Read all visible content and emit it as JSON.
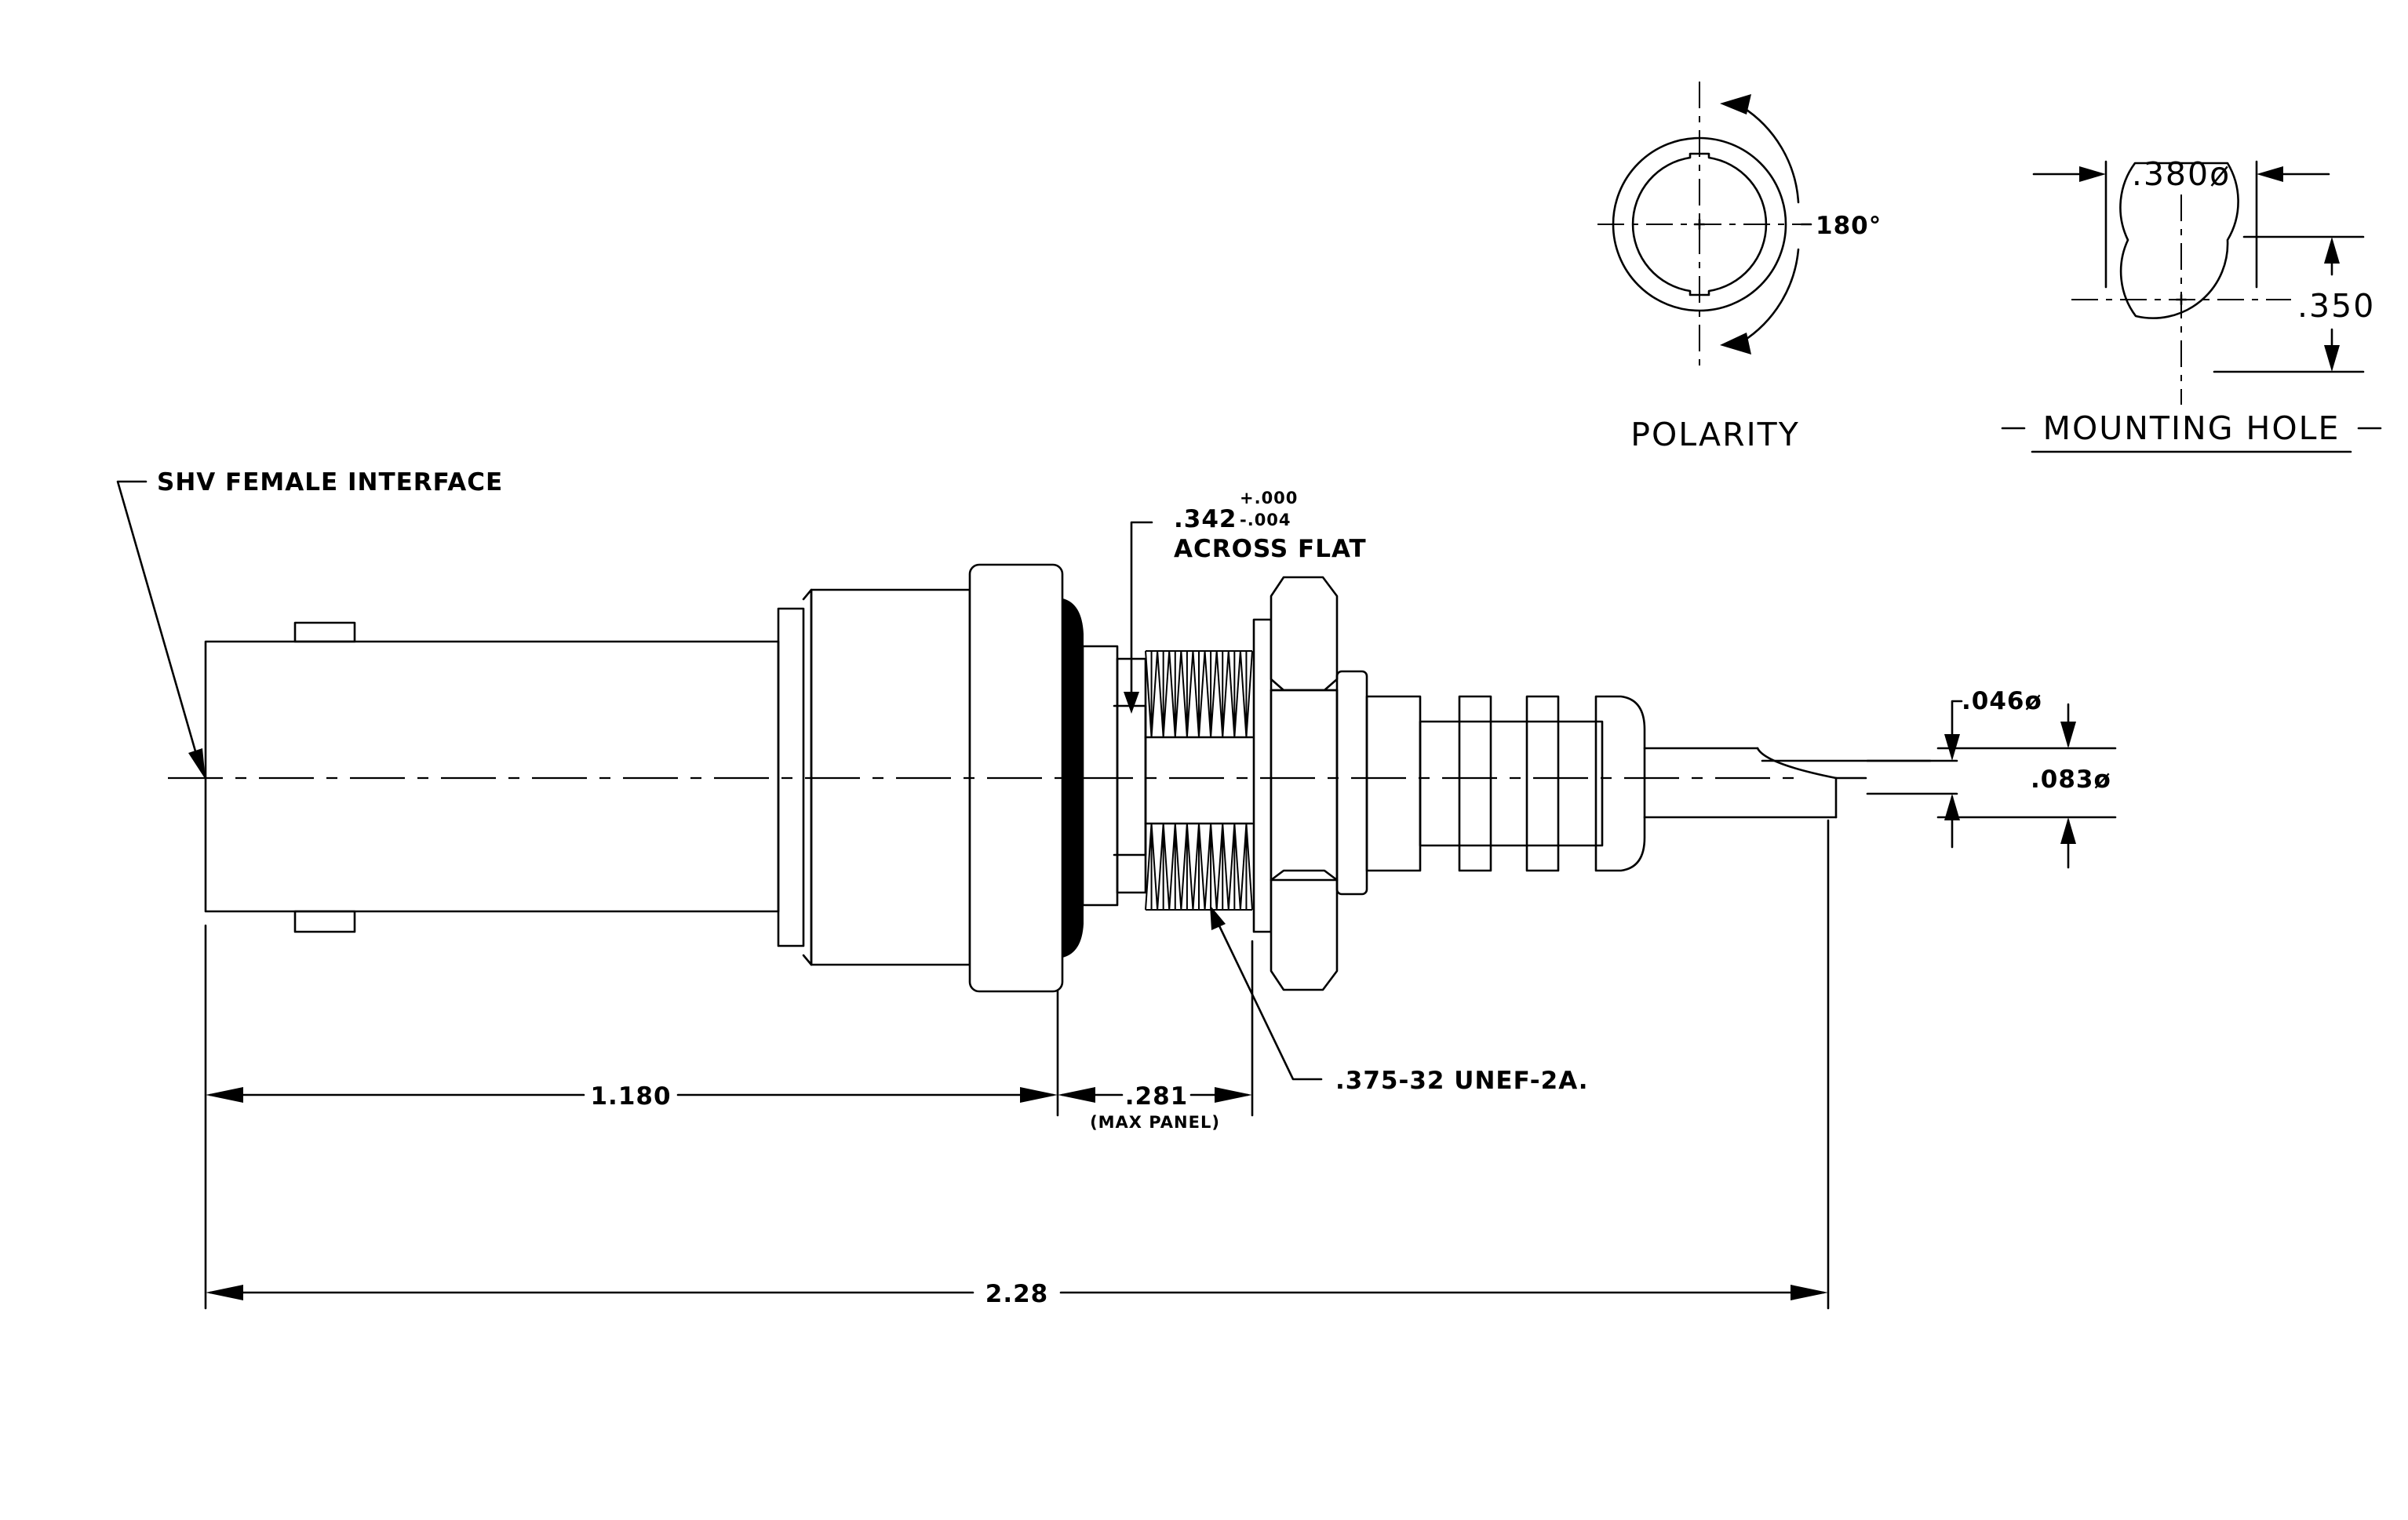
{
  "labels": {
    "interface": "SHV FEMALE INTERFACE",
    "flat_nominal": ".342",
    "flat_tol_plus": "+.000",
    "flat_tol_minus": "-.004",
    "flat_caption": "ACROSS FLAT",
    "thread": ".375-32 UNEF-2A.",
    "panel_dim": ".281",
    "panel_note": "(MAX PANEL)",
    "dim_body": "1.180",
    "dim_overall": "2.28",
    "dim_pin": ".046ø",
    "dim_cable": ".083ø"
  },
  "polarity": {
    "title": "POLARITY",
    "angle": "180°"
  },
  "mounting_hole": {
    "title": "MOUNTING HOLE",
    "diameter": ".380ø",
    "flat": ".350"
  }
}
